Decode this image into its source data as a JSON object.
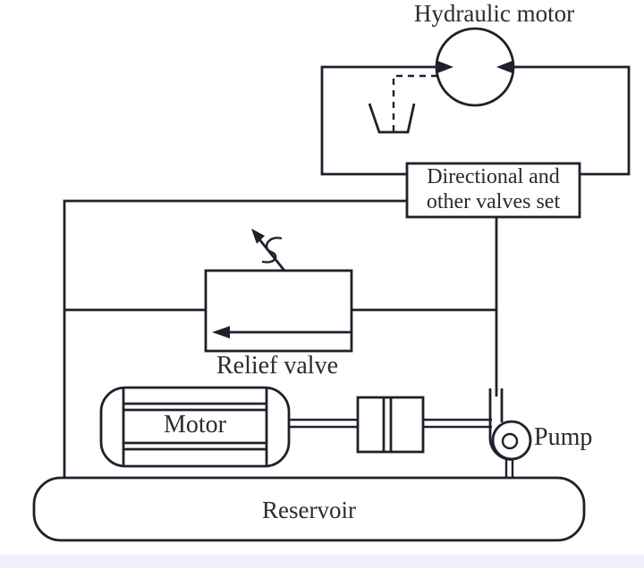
{
  "labels": {
    "hydraulic_motor": "Hydraulic motor",
    "directional_valves_line1": "Directional and",
    "directional_valves_line2": "other valves set",
    "relief_valve": "Relief valve",
    "motor": "Motor",
    "pump": "Pump",
    "reservoir": "Reservoir"
  },
  "colors": {
    "line": "#20202c",
    "text": "#2b2b30",
    "background": "#ffffff",
    "footer_band": "#edf0f6"
  }
}
